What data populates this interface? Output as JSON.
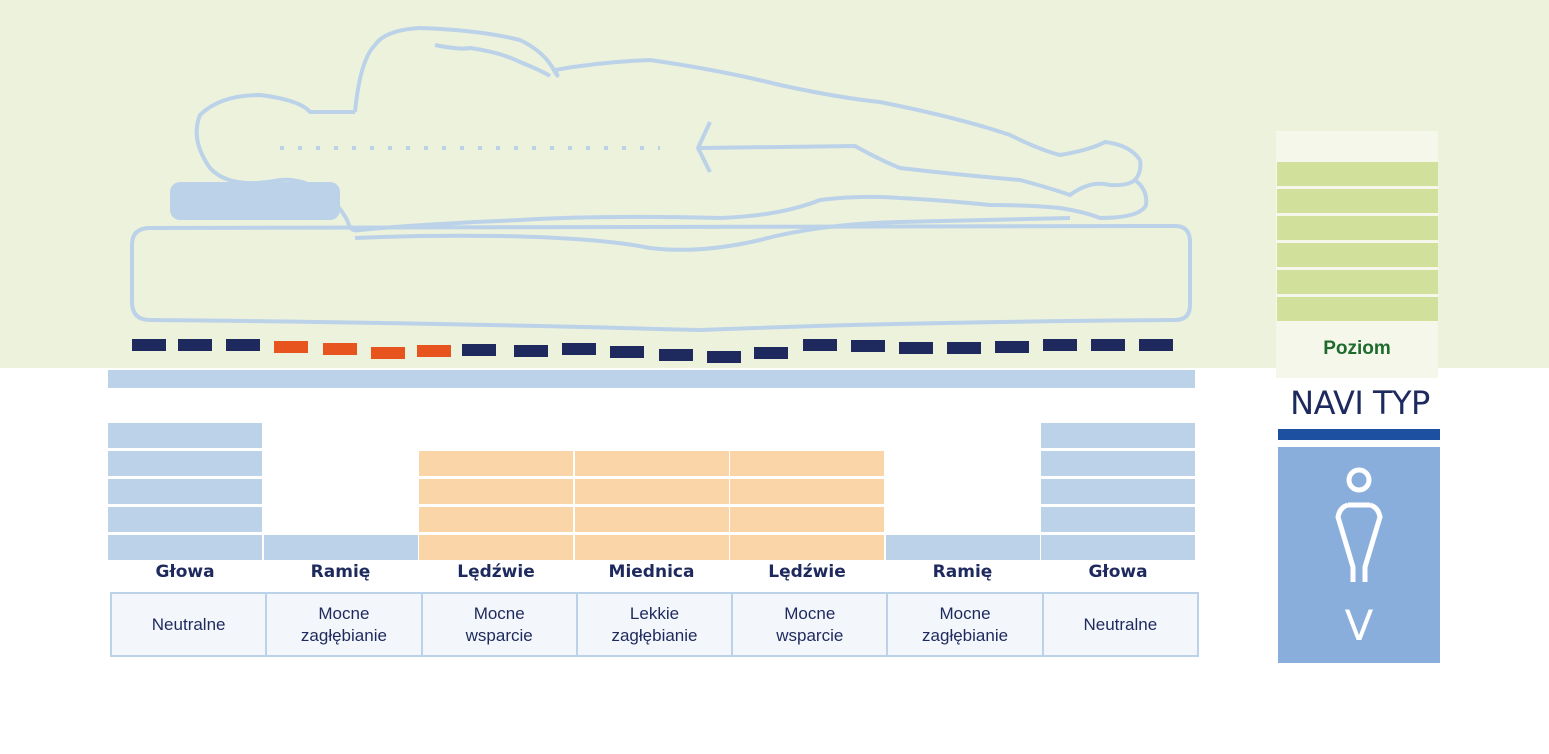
{
  "colors": {
    "background_top": "#ecf2dc",
    "outline": "#bcd2e8",
    "dash_normal": "#1e2a5e",
    "dash_highlight": "#e8541e",
    "zone_blue": "#bcd2e8",
    "zone_orange": "#fad5a8",
    "level_green": "#d1e19c",
    "navi_blue": "#1e50a2",
    "navi_card": "#8aaedc"
  },
  "zones": [
    {
      "label": "Głowa",
      "description": "Neutralne",
      "level": 5,
      "color": "blue"
    },
    {
      "label": "Ramię",
      "description": "Mocne\nzagłębianie",
      "level": 1,
      "color": "blue"
    },
    {
      "label": "Lędźwie",
      "description": "Mocne\nwsparcie",
      "level": 4,
      "color": "orange"
    },
    {
      "label": "Miednica",
      "description": "Lekkie\nzagłębianie",
      "level": 4,
      "color": "orange"
    },
    {
      "label": "Lędźwie",
      "description": "Mocne\nwsparcie",
      "level": 4,
      "color": "orange"
    },
    {
      "label": "Ramię",
      "description": "Mocne\nzagłębianie",
      "level": 1,
      "color": "blue"
    },
    {
      "label": "Głowa",
      "description": "Neutralne",
      "level": 5,
      "color": "blue"
    }
  ],
  "level_indicator": {
    "label": "Poziom",
    "levels": 6
  },
  "navi": {
    "title": "NAVI TYP",
    "type_letter": "V",
    "icon": "person-icon"
  }
}
